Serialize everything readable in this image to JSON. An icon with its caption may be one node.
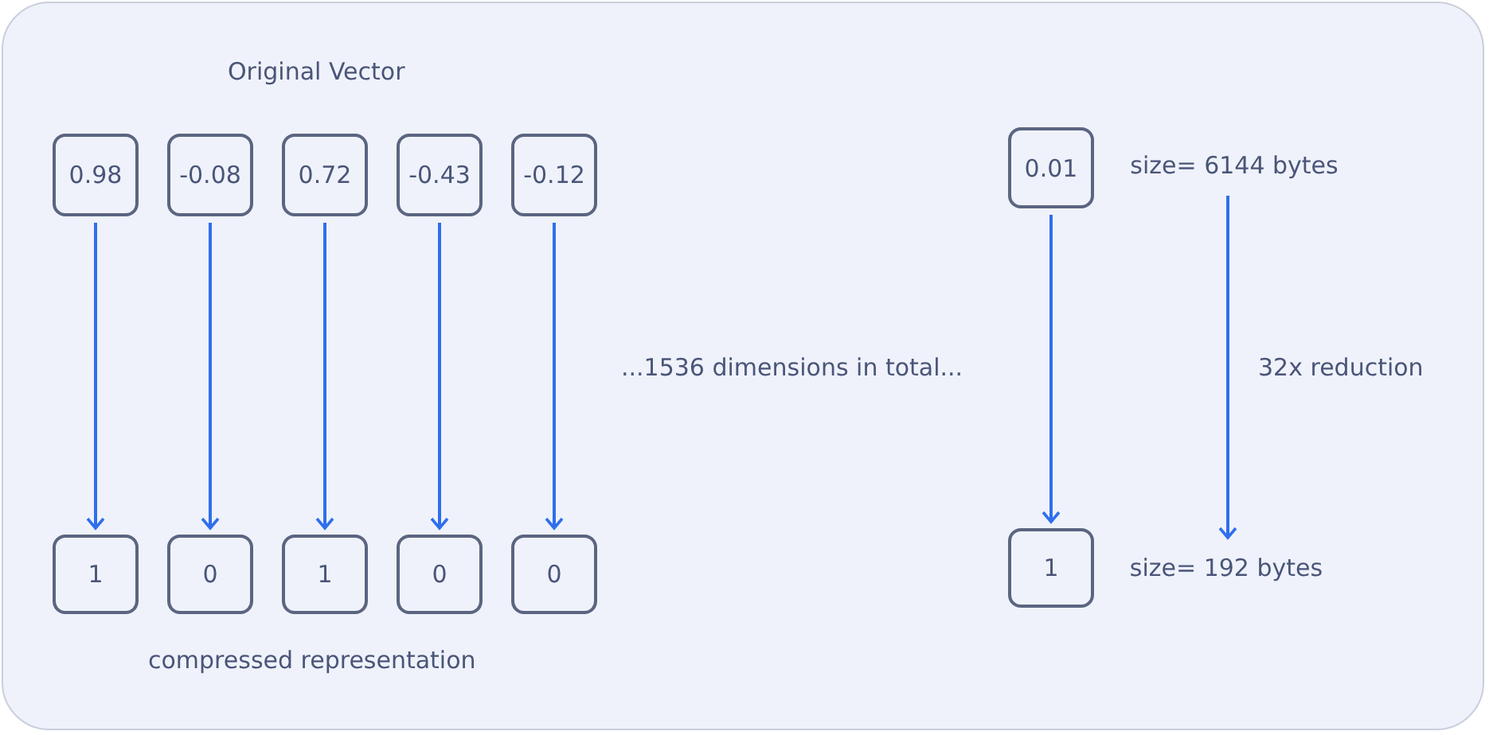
{
  "diagram": {
    "nodes": [
      {
        "text": [
          "0.98"
        ]
      },
      {
        "text": [
          "-0.08"
        ]
      },
      {
        "text": [
          "0.72"
        ]
      },
      {
        "text": [
          "-0.43"
        ]
      },
      {
        "text": [
          "-0.12"
        ]
      },
      {
        "text": [
          "0.01"
        ]
      },
      {
        "text": [
          "size= 6144 bytes"
        ]
      },
      {
        "text": [
          "1"
        ]
      },
      {
        "text": [
          "0"
        ]
      },
      {
        "text": [
          "1"
        ]
      },
      {
        "text": [
          "0"
        ]
      },
      {
        "text": [
          "0"
        ]
      },
      {
        "text": [
          "1"
        ]
      },
      {
        "text": [
          "size= 192 bytes"
        ]
      }
    ],
    "edges": [
      {
        "from": 0,
        "to": 7,
        "arrow": "to"
      },
      {
        "from": 1,
        "to": 8,
        "arrow": "to"
      },
      {
        "from": 2,
        "to": 9,
        "arrow": "to"
      },
      {
        "from": 3,
        "to": 10,
        "arrow": "to"
      },
      {
        "from": 4,
        "to": 11,
        "arrow": "to"
      },
      {
        "from": 5,
        "to": 12,
        "arrow": "to"
      },
      {
        "from": 6,
        "to": 13,
        "arrow": "to",
        "label": "32x reduction"
      }
    ],
    "labels": [
      "Original Vector",
      "...1536 dimensions in total...",
      "compressed representation"
    ]
  }
}
